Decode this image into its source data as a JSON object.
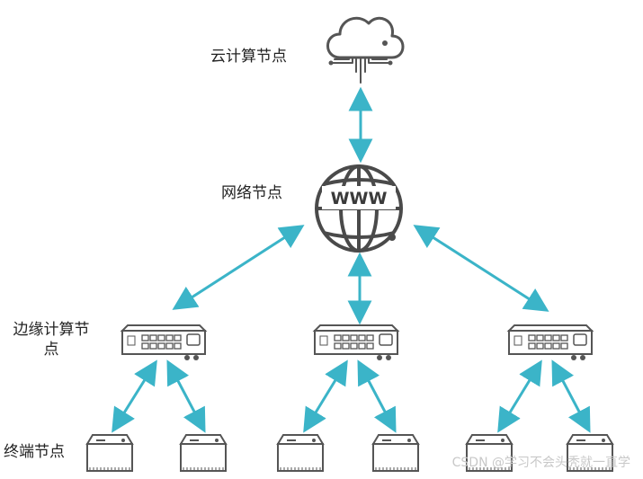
{
  "labels": {
    "cloud": "云计算节点",
    "network": "网络节点",
    "edge": "边缘计算节点",
    "terminal": "终端节点"
  },
  "globe_text": "WWW",
  "watermark": "CSDN @学习不会头秃就一直学",
  "icons": {
    "cloud": "cloud-icon",
    "globe": "globe-www-icon",
    "edge": "edge-router-icon",
    "terminal": "terminal-device-icon"
  },
  "colors": {
    "arrow": "#3bb4c8",
    "icon_stroke": "#555555",
    "icon_fill": "#ffffff",
    "text": "#222222",
    "watermark": "#c8c8c8"
  }
}
